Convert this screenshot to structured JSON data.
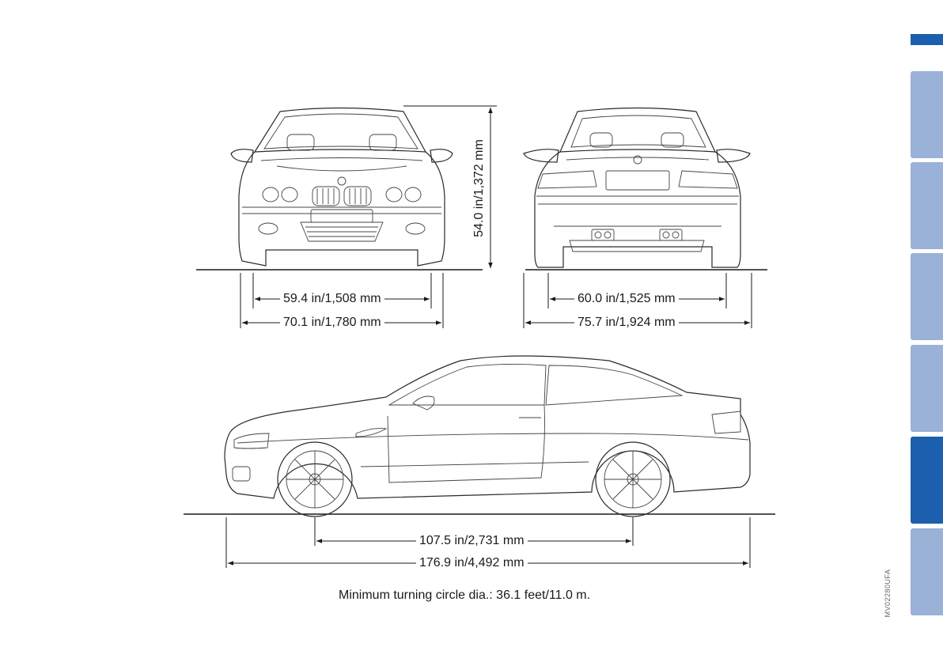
{
  "dimensions": {
    "height": "54.0 in/1,372 mm",
    "front_track": "59.4 in/1,508 mm",
    "front_width": "70.1 in/1,780 mm",
    "rear_track": "60.0 in/1,525 mm",
    "rear_width": "75.7 in/1,924 mm",
    "wheelbase": "107.5 in/2,731 mm",
    "length": "176.9 in/4,492 mm"
  },
  "caption": "Minimum turning circle dia.: 36.1 feet/11.0 m.",
  "image_code": "MV02280UFA",
  "side_tabs": {
    "count": 6,
    "active_index": 4,
    "colors": {
      "active": "#1b5fae",
      "inactive": "#9ab1d8"
    }
  }
}
